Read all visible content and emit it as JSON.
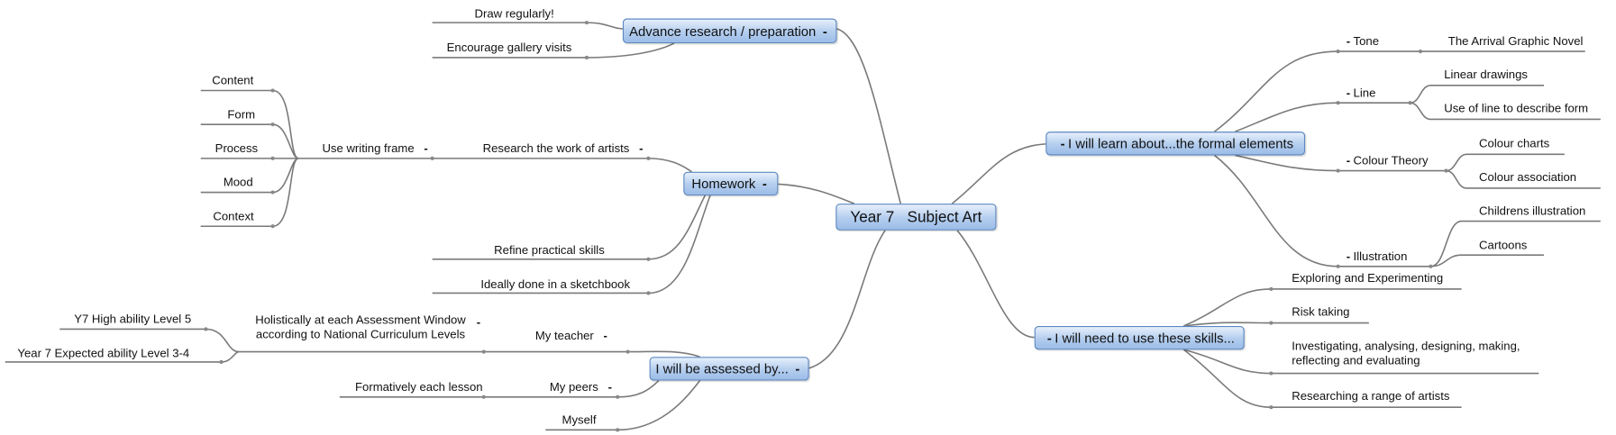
{
  "central": {
    "label": "Year 7   Subject Art"
  },
  "branches": {
    "advance": {
      "label": "Advance research / preparation",
      "toggle": "-",
      "items": [
        "Draw regularly!",
        "Encourage gallery visits"
      ]
    },
    "homework": {
      "label": "Homework",
      "toggle": "-",
      "research": {
        "label": "Research the work of artists",
        "toggle": "-"
      },
      "frame": {
        "label": "Use writing frame",
        "toggle": "-",
        "items": [
          "Content",
          "Form",
          "Process",
          "Mood",
          "Context"
        ]
      },
      "items": [
        "Refine practical skills",
        "Ideally done in a sketchbook"
      ]
    },
    "assessed": {
      "label": "I will be assessed by...",
      "toggle": "-",
      "teacher": {
        "label": "My teacher",
        "toggle": "-"
      },
      "holistic": {
        "line1": "Holistically at each Assessment Window",
        "line2": "according to National Curriculum Levels",
        "toggle": "-",
        "items": [
          "Y7 High ability Level 5",
          "Year 7 Expected ability Level 3-4"
        ]
      },
      "peers": {
        "label": "My peers",
        "toggle": "-",
        "items": [
          "Formatively each lesson"
        ]
      },
      "myself": {
        "label": "Myself"
      }
    },
    "learn": {
      "label": "I will learn about...the formal elements",
      "toggle": "-",
      "tone": {
        "label": "Tone",
        "toggle": "-",
        "items": [
          "The Arrival Graphic Novel"
        ]
      },
      "line": {
        "label": "Line",
        "toggle": "-",
        "items": [
          "Linear drawings",
          "Use of line to describe form"
        ]
      },
      "colour": {
        "label": "Colour Theory",
        "toggle": "-",
        "items": [
          "Colour charts",
          "Colour association"
        ]
      },
      "illustration": {
        "label": "Illustration",
        "toggle": "-",
        "items": [
          "Childrens illustration",
          "Cartoons"
        ]
      }
    },
    "skills": {
      "label": "I will need to use these skills...",
      "toggle": "-",
      "items": [
        "Exploring and Experimenting",
        "Risk taking"
      ],
      "investigating": {
        "line1": "Investigating, analysing, designing, making,",
        "line2": "reflecting and evaluating"
      },
      "researching": "Researching a range of artists"
    }
  }
}
